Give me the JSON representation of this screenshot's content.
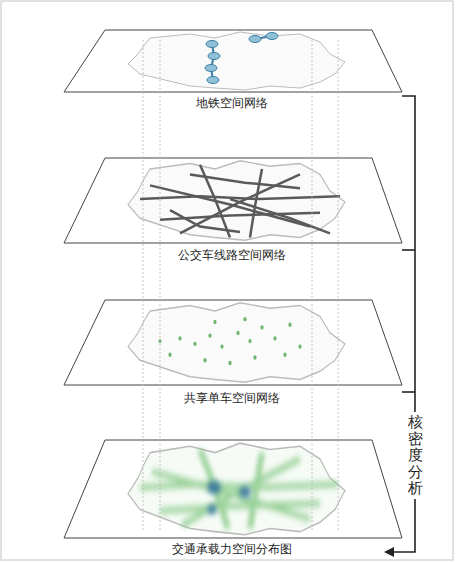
{
  "diagram": {
    "nodes": [
      {
        "text": [
          "地铁空间网络"
        ]
      },
      {
        "text": [
          "公交车线路空间网络"
        ]
      },
      {
        "text": [
          "共享单车空间网络"
        ]
      },
      {
        "text": [
          "交通承载力空间分布图"
        ]
      }
    ],
    "labels": [
      "核密度分析"
    ]
  }
}
